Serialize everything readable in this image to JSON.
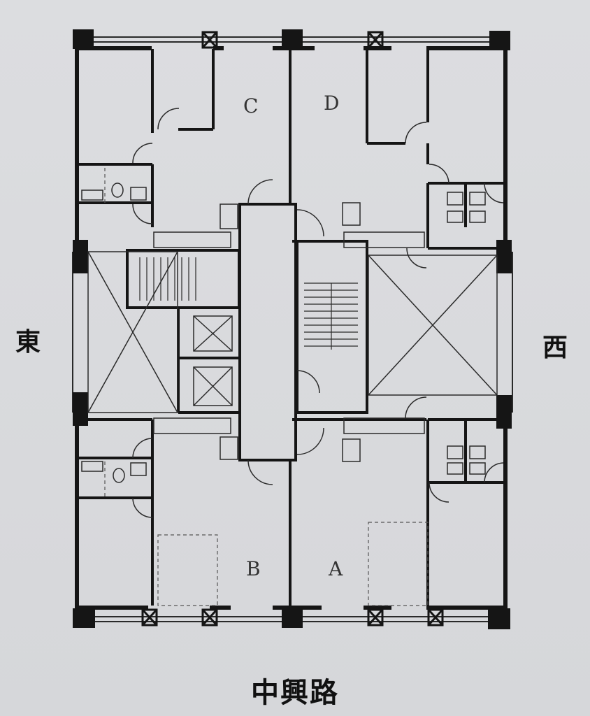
{
  "plan": {
    "units": [
      {
        "id": "C",
        "label": "C"
      },
      {
        "id": "D",
        "label": "D"
      },
      {
        "id": "B",
        "label": "B"
      },
      {
        "id": "A",
        "label": "A"
      }
    ],
    "directions": {
      "east": "東",
      "west": "西"
    },
    "road": "中興路"
  },
  "colors": {
    "wall": "#151515",
    "line": "#2a2a2a",
    "background": "#dadbde"
  }
}
